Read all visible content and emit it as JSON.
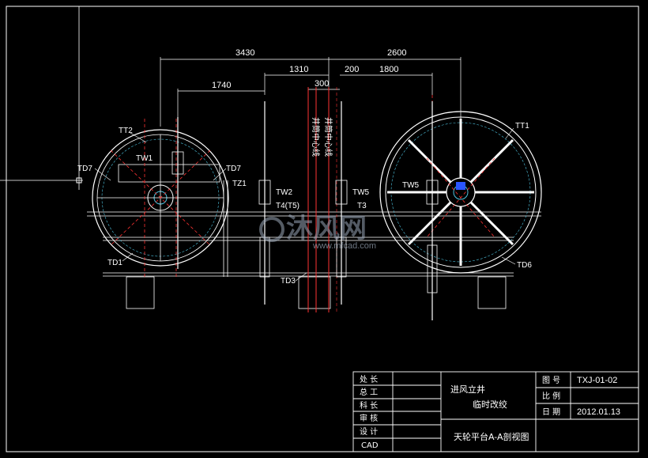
{
  "dimensions": {
    "d3430": "3430",
    "d2600": "2600",
    "d1310": "1310",
    "d200": "200",
    "d1800": "1800",
    "d1740": "1740",
    "d300": "300"
  },
  "centerline_labels": {
    "shaft_center": "井筒中心线",
    "winch_center": "井筒中心线"
  },
  "labels": {
    "tt2": "TT2",
    "tt1": "TT1",
    "tw1": "TW1",
    "td7_left": "TD7",
    "td7_right": "TD7",
    "tz1": "TZ1",
    "tw2": "TW2",
    "tw5_mid": "TW5",
    "tw5_right": "TW5",
    "t4t5": "T4(T5)",
    "t3": "T3",
    "td1": "TD1",
    "td3": "TD3",
    "td6": "TD6"
  },
  "watermark": {
    "brand": "沐风网",
    "url": "www.mfcad.com"
  },
  "title_block": {
    "rows": [
      "处 长",
      "总 工",
      "科 长",
      "审 核",
      "设 计",
      "CAD"
    ],
    "project_line1": "进风立井",
    "project_line2": "临时改绞",
    "drawing_title": "天轮平台A-A剖视图",
    "field_labels": {
      "drawing_no": "图 号",
      "scale": "比 例",
      "date": "日 期"
    },
    "drawing_no": "TXJ-01-02",
    "scale": "",
    "date": "2012.01.13"
  }
}
